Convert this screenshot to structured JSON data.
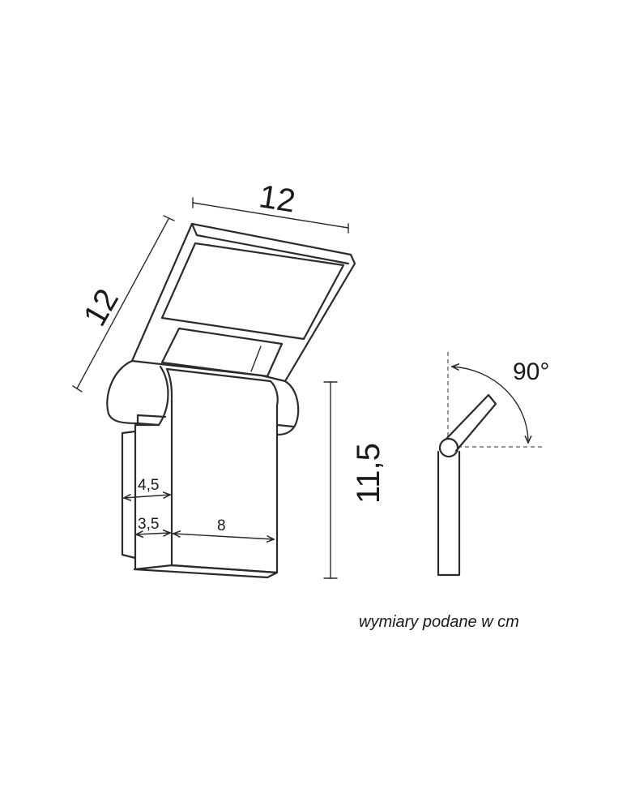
{
  "diagram": {
    "dimensions": {
      "width_top": "12",
      "depth_side": "12",
      "height": "11,5",
      "bracket_depth": "4,5",
      "bracket_base": "3,5",
      "body_width": "8"
    },
    "rotation_angle": "90°",
    "units_note": "wymiary podane w cm"
  }
}
